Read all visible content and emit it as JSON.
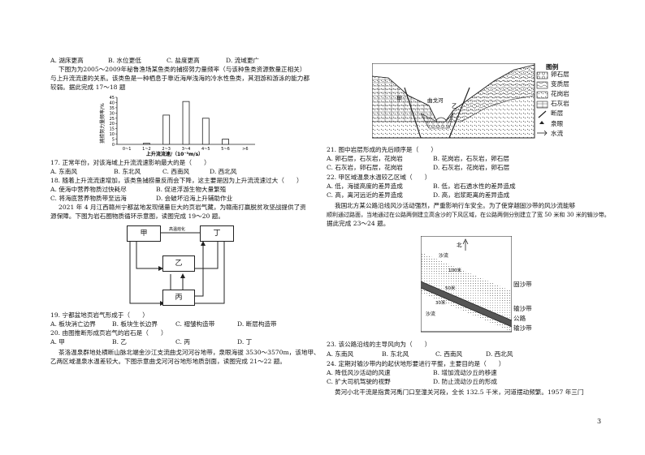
{
  "left": {
    "q16_options": [
      "A. 湖床更高",
      "B. 水位更低",
      "C. 盐度更高",
      "D. 流域更广"
    ],
    "intro_fish": [
      "下图为为2005～2009年秘鲁渔场某鱼类的捕捞努力量频率（与该种鱼类资源数量正相关）",
      "与上升流流速的关系。该类鱼是一种栖息于靠近海岸浅海的冷水性鱼类，其洄游和游泳的能力都",
      "较弱。据此完成 17～18 题"
    ],
    "chart_ylabel": "捕捞努力量频率/%",
    "chart_xlabel": "上升流流速/（10⁻³m/s）",
    "q17": "17. 正常年份，对该海域上升流流速影响最大的是（　　）",
    "q17_options": [
      "A. 东南风",
      "B. 东北风",
      "C. 西南风",
      "D. 西北风"
    ],
    "q18": "18. 随着上升流流速增加，该类鱼捕捞量反而会下降，这主要是因为上升流流速过大（　　）",
    "q18_options": [
      "A. 使海中营养物质过快耗尽",
      "B. 促进浮游生物大量繁殖",
      "C. 将海底营养物质带至远海",
      "D. 会破坏沿海上升辅助作业"
    ],
    "intro_rock": [
      "2021 年 4 月江西赣州宁都盆地发现储量巨大的页岩气藏，为赣南打赢脱贫攻坚战提供了资",
      "源保障。下图为岩石圈物质循环示意图，读图完成 19～20 题。"
    ],
    "cycle": {
      "jia": "甲",
      "ding": "丁",
      "yi": "乙",
      "bing": "丙",
      "arrow_label": "高温熔化"
    },
    "q19": "19. 宁都盆地页岩气形成于（　　）",
    "q19_options": [
      "A. 板块消亡边界",
      "B. 板块生长边界",
      "C. 褶皱构造带",
      "D. 断层构造带"
    ],
    "q20": "20. 由图推断形成页岩气的岩石是（　　）",
    "q20_options": [
      "A. 甲",
      "B. 乙",
      "C. 丙",
      "D. 丁"
    ],
    "intro_hot": [
      "茶洛温泉群地处横断山脉北端金沙江支流曲戈河河谷地带，泉眼海拔 3530～3570m，该地甲、",
      "乙两区域温泉水温差较大。下图示意曲戈河河谷地形地质剖面，读图完成 21～22 题。"
    ]
  },
  "right": {
    "legend_title": "图例",
    "legend_items": [
      "卵石层",
      "变质层",
      "花岗岩",
      "石灰岩",
      "断层",
      "泉眼",
      "水流"
    ],
    "geo_labels": {
      "jia": "甲",
      "river": "曲戈河",
      "yi": "乙"
    },
    "q21": "21. 图中岩层形成的先后顺序是（　　）",
    "q21_options": [
      "A. 卵石层，石灰岩，花岗岩",
      "B. 花岗岩，石灰岩，卵石层",
      "C. 石灰岩，卵石层，花岗岩",
      "D. 石灰岩，花岗岩，卵石层"
    ],
    "q22": "22. 甲区域温泉水温较乙区域（　　）",
    "q22_options": [
      "A. 低，海拔高度的差异造成",
      "B. 低，岩石透水性的差异造成",
      "C. 高，离河远近的差异造成",
      "D. 高，岩浆距离的差异造成"
    ],
    "intro_road": [
      "我国北方某公路沿线风沙活动强烈，严重影响行车安全。为了使穿越固沙带的风沙流能够",
      "顺利通过路面，当地通过在公路两侧建立高含沙的下风区域，在公路两侧分别建立了宽 50 米和 30 米的输沙带。",
      "据此完成 23～24 题。"
    ],
    "road_labels": {
      "north": "北",
      "sand_top": "沙流",
      "w100": "100米",
      "w50": "50米",
      "w30": "30米",
      "sand_bottom": "沙流",
      "fix": "固沙带",
      "trans1": "输沙带",
      "road": "公路",
      "trans2": "输沙带"
    },
    "q23": "23. 该公路沿线的主导风向为（　　）",
    "q23_options": [
      "A. 东南风",
      "B. 东北风",
      "C. 西南风",
      "D. 西北风"
    ],
    "q24": "24. 定期对输沙带内的起伏地形要进行平整，主要目的是（　　）",
    "q24_options": [
      "A. 降低风沙活动的风速",
      "B. 增加流动沙丘的移速",
      "C. 扩大司机驾驶的视野",
      "D. 防止流动沙丘的形成"
    ],
    "intro_river": "黄河小北干流是指黄河禹门口至潼关河段，全长 132.5 千米，河道摆动频繁。1957 年三门"
  },
  "page_number": "3",
  "chart_data": {
    "type": "bar",
    "categories": [
      "0~1",
      "1~2",
      "2~3",
      "3~4",
      "4~5",
      "5~6",
      ">6"
    ],
    "values": [
      0,
      1,
      28,
      41,
      25,
      5,
      0
    ],
    "ylim": [
      0,
      45
    ],
    "yticks": [
      0,
      5,
      10,
      15,
      20,
      25,
      30,
      35,
      40,
      45
    ],
    "ylabel": "捕捞努力量频率/%",
    "xlabel": "上升流流速/（10⁻³m/s）"
  }
}
